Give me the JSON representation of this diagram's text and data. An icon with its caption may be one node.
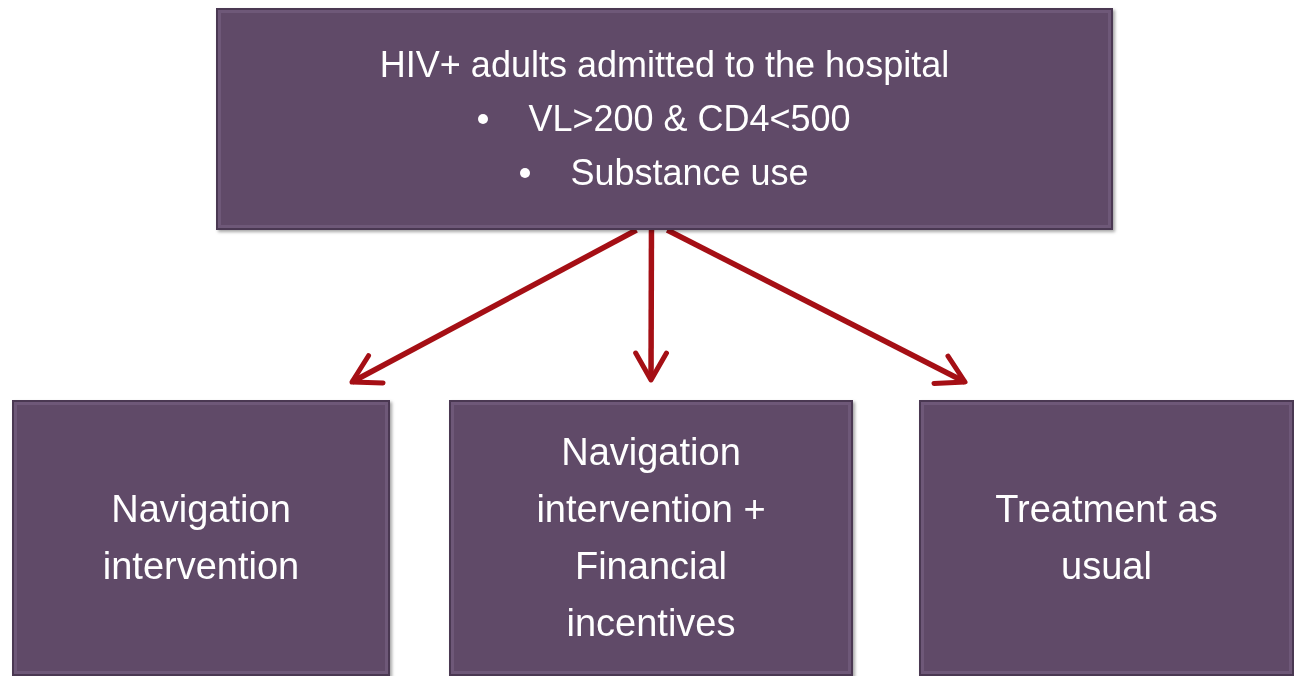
{
  "diagram": {
    "nodes": [
      {
        "text": [
          "HIV+ adults admitted to the hospital",
          "VL>200 & CD4<500",
          "Substance use"
        ]
      },
      {
        "text": [
          "Navigation intervention"
        ]
      },
      {
        "text": [
          "Navigation intervention + Financial incentives"
        ]
      },
      {
        "text": [
          "Treatment as usual"
        ]
      }
    ],
    "edges": [
      {
        "from": 0,
        "to": 1,
        "arrow": "to"
      },
      {
        "from": 0,
        "to": 2,
        "arrow": "to"
      },
      {
        "from": 0,
        "to": 3,
        "arrow": "to"
      }
    ]
  }
}
